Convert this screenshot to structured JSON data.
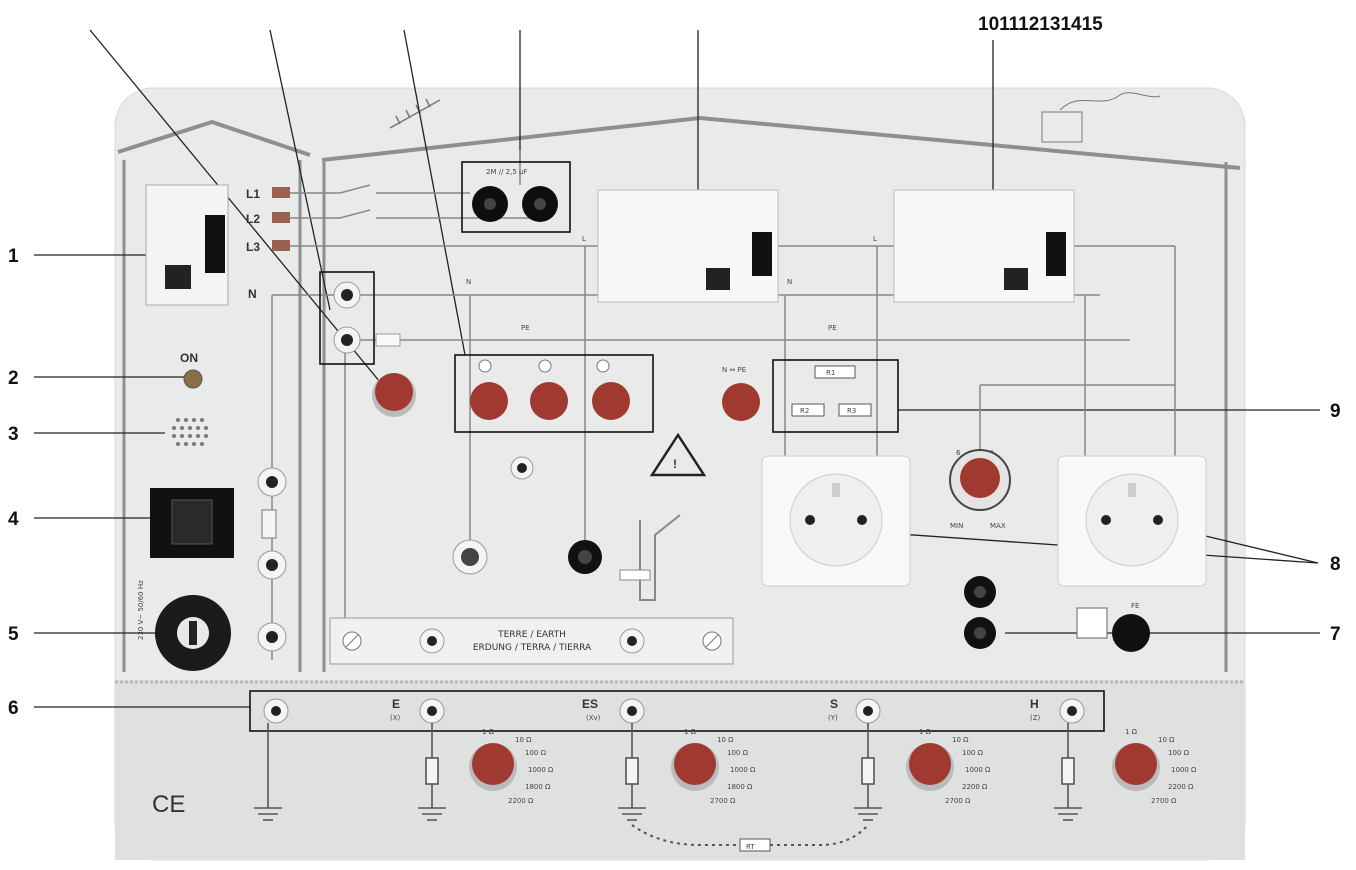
{
  "top_callout_label": "101112131415",
  "callouts": {
    "c1": "1",
    "c2": "2",
    "c3": "3",
    "c4": "4",
    "c5": "5",
    "c6": "6",
    "c7": "7",
    "c8": "8",
    "c9": "9"
  },
  "mains_section": {
    "on_label": "ON",
    "phase_labels": [
      "L1",
      "L2",
      "L3"
    ],
    "neutral_label": "N",
    "side_rating": "230 V~ 50/60 Hz",
    "ce_mark": "CE"
  },
  "insulation_box_label": "2M // 2,5 μF",
  "pe_labels": [
    "PE",
    "PE"
  ],
  "n_label": "N",
  "l_label": "L",
  "n_pe_label": "N ↔ PE",
  "resistor_labels": [
    "R1",
    "R2",
    "R3"
  ],
  "rcd_knob": {
    "title": "6 ... 30 mA",
    "min": "MIN",
    "max": "MAX"
  },
  "earth_strip": {
    "line1": "TERRE / EARTH",
    "line2": "ERDUNG / TERRA / TIERRA"
  },
  "terminals": [
    {
      "letter": "E",
      "sub": "(X)"
    },
    {
      "letter": "ES",
      "sub": "(Xv)"
    },
    {
      "letter": "S",
      "sub": "(Y)"
    },
    {
      "letter": "H",
      "sub": "(Z)"
    }
  ],
  "dial_values": [
    [
      "1 Ω",
      "10 Ω",
      "100 Ω",
      "1000 Ω",
      "1800 Ω",
      "2200 Ω"
    ],
    [
      "1 Ω",
      "10 Ω",
      "100 Ω",
      "1000 Ω",
      "1800 Ω",
      "2700 Ω"
    ],
    [
      "1 Ω",
      "10 Ω",
      "100 Ω",
      "1000 Ω",
      "2200 Ω",
      "2700 Ω"
    ],
    [
      "1 Ω",
      "10 Ω",
      "100 Ω",
      "1000 Ω",
      "2200 Ω",
      "2700 Ω"
    ]
  ],
  "loop_label": "RT",
  "fe_label": "FE"
}
